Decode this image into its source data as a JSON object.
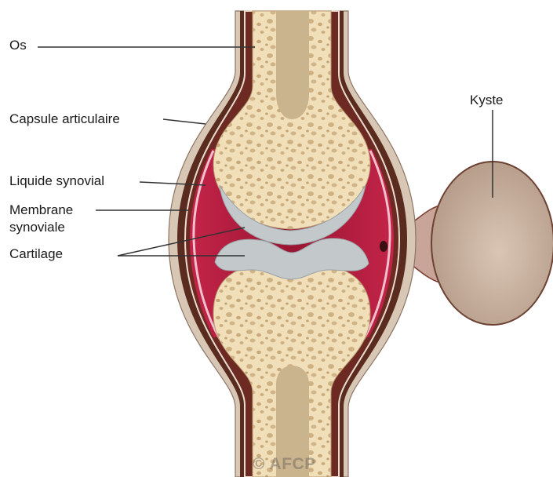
{
  "labels": {
    "os": "Os",
    "capsule": "Capsule articulaire",
    "liquide": "Liquide synovial",
    "membrane_line1": "Membrane",
    "membrane_line2": "synoviale",
    "cartilage": "Cartilage",
    "kyste": "Kyste"
  },
  "watermark": "© AFCP",
  "colors": {
    "bone": "#f1dfba",
    "bone_pores": "#c8aa7a",
    "marrow": "#c9b48d",
    "cartilage": "#c3c8cb",
    "capsule_outer": "#d9c7b6",
    "capsule_dark": "#5a2b1f",
    "synovial": "#b01d3e",
    "synovial_light": "#e8a8b8",
    "cyst": "#c2aa98",
    "leader_line": "#333333"
  }
}
